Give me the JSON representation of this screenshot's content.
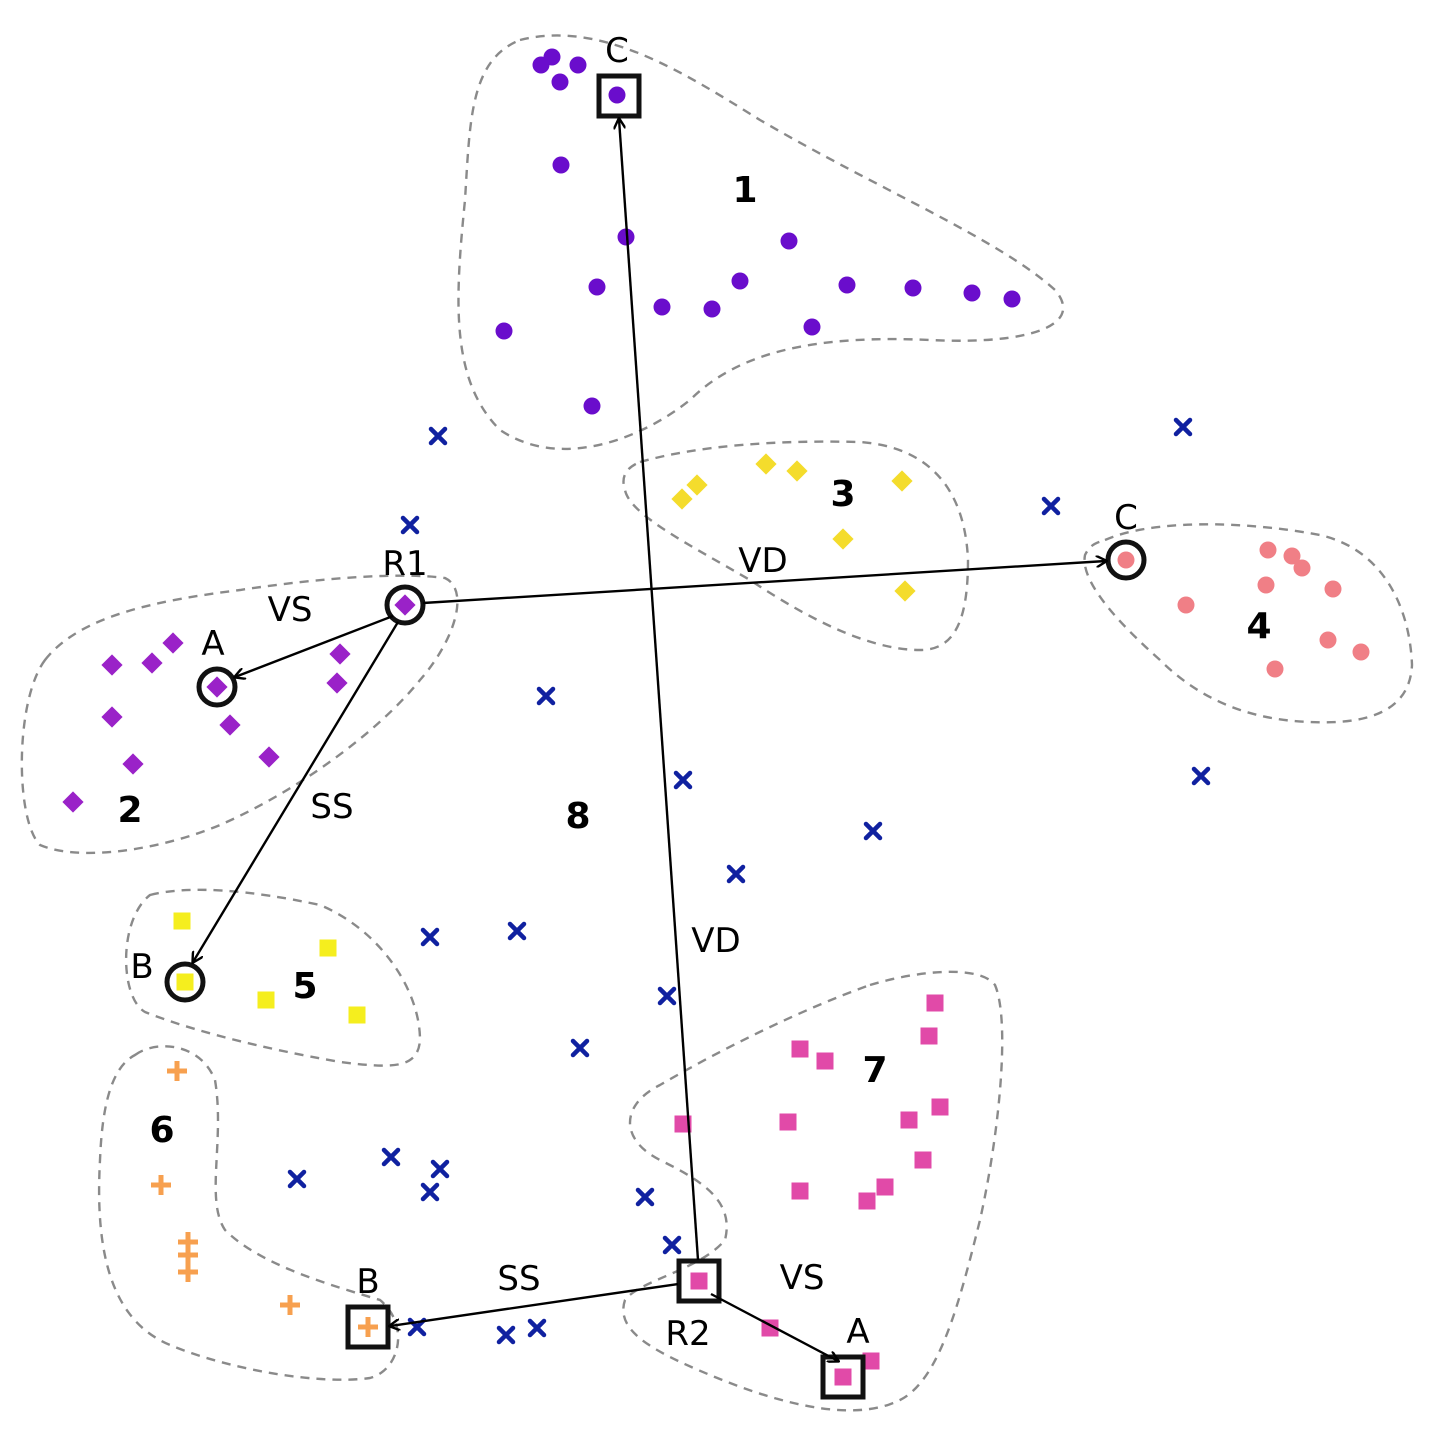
{
  "diagram": {
    "clusters": [
      {
        "id": "1",
        "label": "1",
        "marker": "circle",
        "color": "#6A0DCC"
      },
      {
        "id": "2",
        "label": "2",
        "marker": "diamond",
        "color": "#9A22C8"
      },
      {
        "id": "3",
        "label": "3",
        "marker": "diamond",
        "color": "#F4DC2C"
      },
      {
        "id": "4",
        "label": "4",
        "marker": "circle",
        "color": "#F07F86"
      },
      {
        "id": "5",
        "label": "5",
        "marker": "square",
        "color": "#F5EE1E"
      },
      {
        "id": "6",
        "label": "6",
        "marker": "plus",
        "color": "#F7A04F"
      },
      {
        "id": "7",
        "label": "7",
        "marker": "square",
        "color": "#E14AA8"
      },
      {
        "id": "8",
        "label": "8",
        "marker": "x",
        "color": "#1021A0"
      }
    ],
    "references": {
      "r1": "R1",
      "r2": "R2"
    },
    "points": {
      "r1_a": "A",
      "r1_b": "B",
      "r1_c": "C",
      "r2_a": "A",
      "r2_b": "B",
      "r2_c": "C"
    },
    "relations": {
      "r1_to_a": "VS",
      "r1_to_b": "SS",
      "r1_to_c": "VD",
      "r2_to_a": "VS",
      "r2_to_b": "SS",
      "r2_to_c": "VD"
    }
  }
}
